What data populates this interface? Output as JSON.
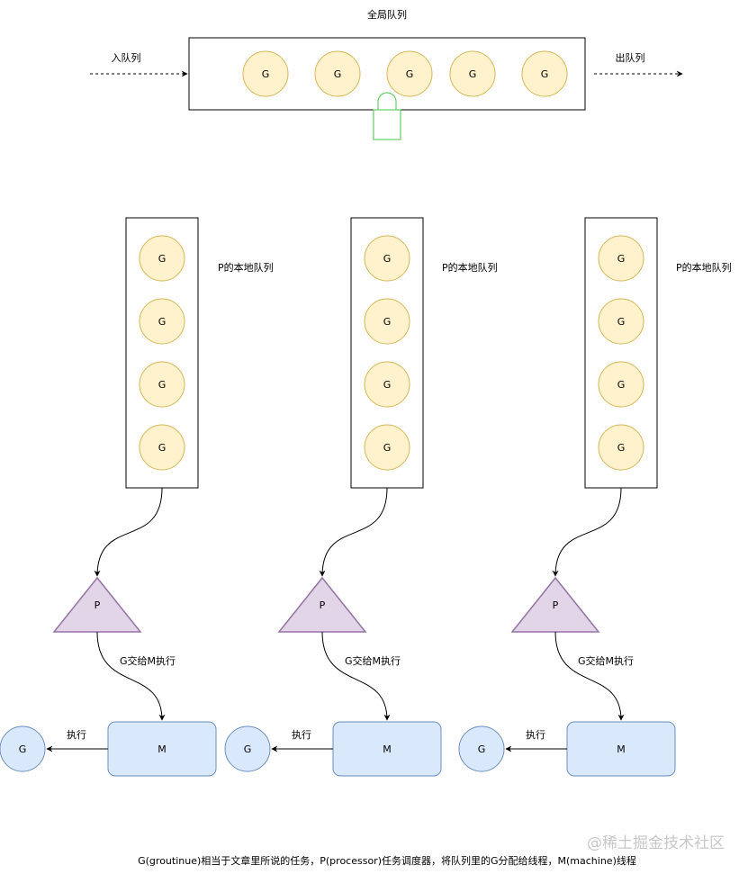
{
  "global_queue": {
    "title": "全局队列",
    "enqueue_label": "入队列",
    "dequeue_label": "出队列",
    "goroutines": [
      "G",
      "G",
      "G",
      "G",
      "G"
    ]
  },
  "processors": [
    {
      "local_queue_label": "P的本地队列",
      "goroutines": [
        "G",
        "G",
        "G",
        "G"
      ],
      "p_label": "P",
      "handoff_label": "G交给M执行",
      "m_label": "M",
      "exec_label": "执行",
      "running_g": "G"
    },
    {
      "local_queue_label": "P的本地队列",
      "goroutines": [
        "G",
        "G",
        "G",
        "G"
      ],
      "p_label": "P",
      "handoff_label": "G交给M执行",
      "m_label": "M",
      "exec_label": "执行",
      "running_g": "G"
    },
    {
      "local_queue_label": "P的本地队列",
      "goroutines": [
        "G",
        "G",
        "G",
        "G"
      ],
      "p_label": "P",
      "handoff_label": "G交给M执行",
      "m_label": "M",
      "exec_label": "执行",
      "running_g": "G"
    }
  ],
  "caption": "G(groutinue)相当于文章里所说的任务，P(processor)任务调度器，将队列里的G分配给线程，M(machine)线程",
  "watermark": "@稀土掘金技术社区",
  "colors": {
    "goroutine_fill": "#fff2cc",
    "goroutine_stroke": "#d6b656",
    "processor_fill": "#e1d5e7",
    "processor_stroke": "#9673a6",
    "machine_fill": "#dae8fc",
    "machine_stroke": "#6c8ebf",
    "lock_stroke": "#66cc66"
  },
  "icons": {
    "lock": "lock-icon"
  }
}
